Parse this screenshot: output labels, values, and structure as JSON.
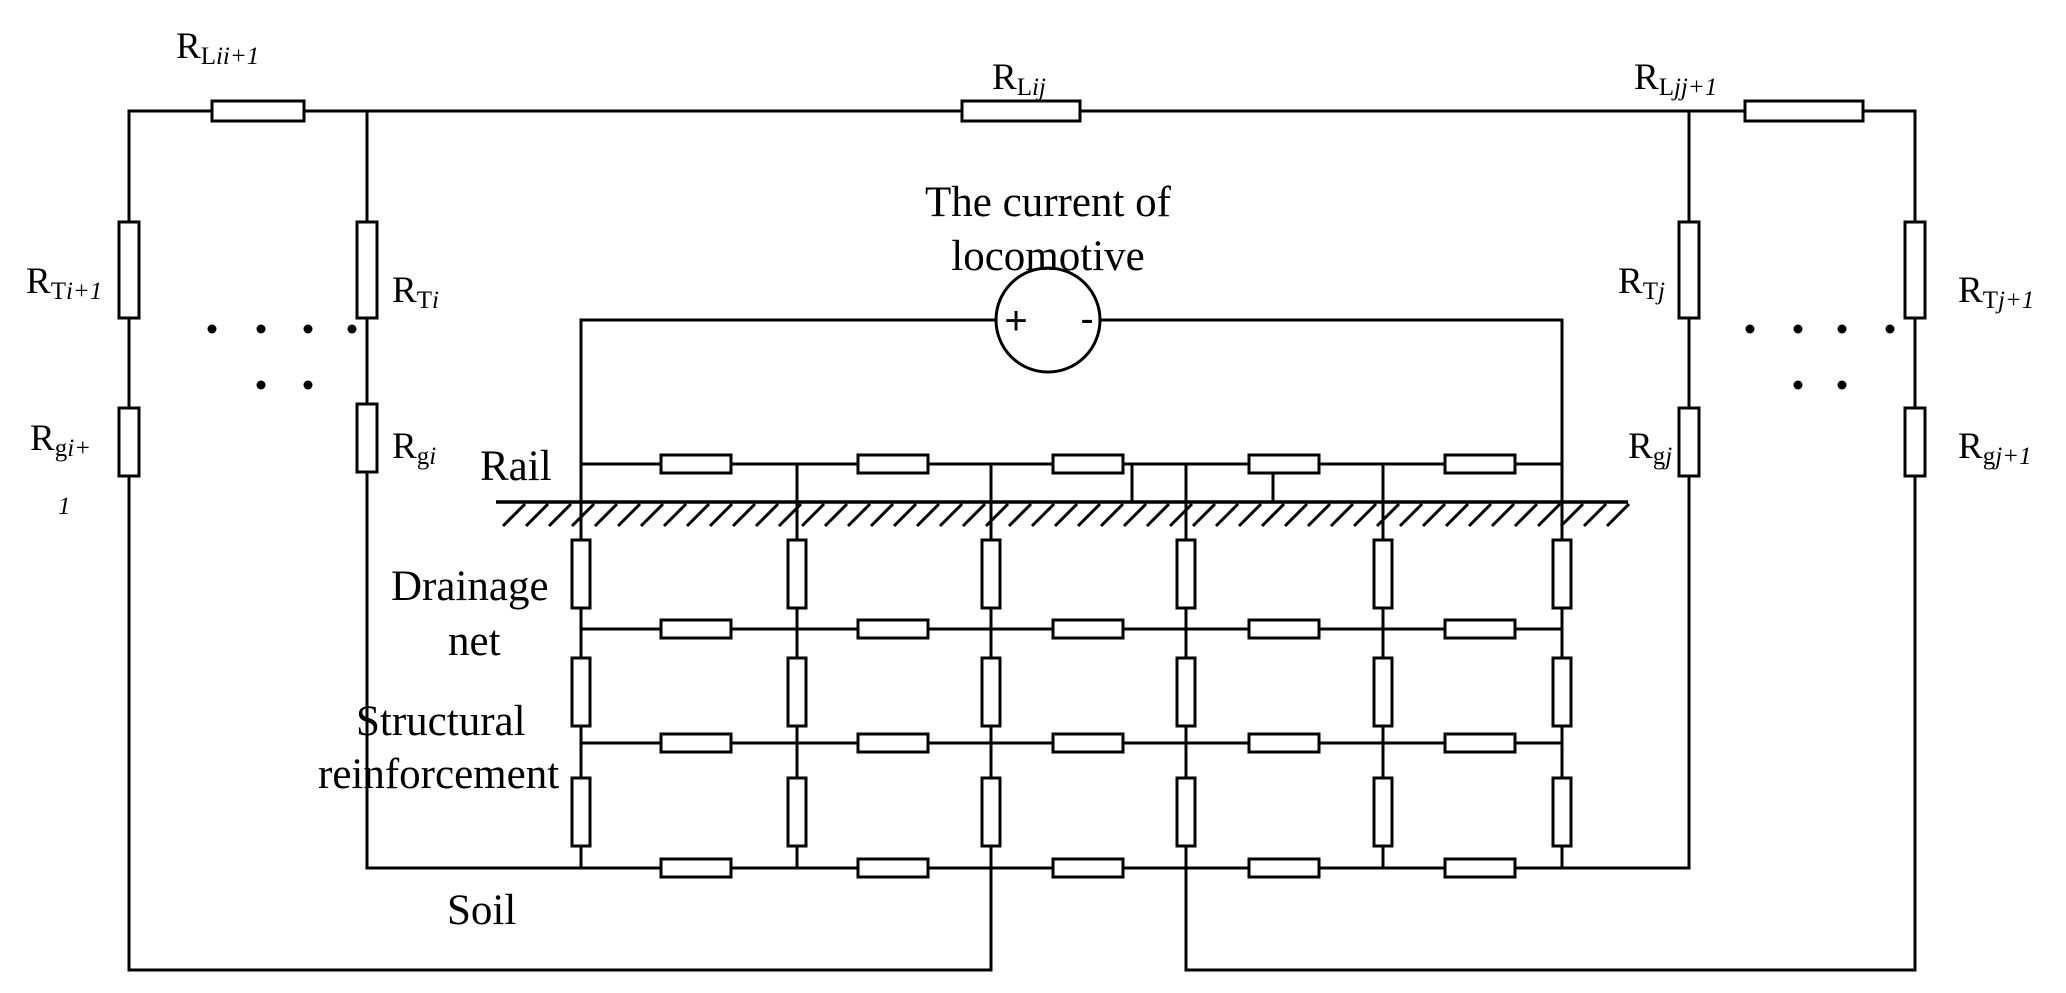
{
  "diagram": {
    "source_label": "The current of locomotive",
    "source_label_lines": [
      "The current of",
      "locomotive"
    ],
    "source_plus": "+",
    "source_minus": "-",
    "layers": {
      "rail": "Rail",
      "drainage_lines": [
        "Drainage",
        "net"
      ],
      "structural_lines": [
        "Structural",
        "reinforcement"
      ],
      "soil": "Soil"
    },
    "resistors": {
      "R_Lii1": {
        "main": "R",
        "sub": "L",
        "idx": "ii+1"
      },
      "R_Lij": {
        "main": "R",
        "sub": "L",
        "idx": "ij"
      },
      "R_Ljj1": {
        "main": "R",
        "sub": "L",
        "idx": "jj+1"
      },
      "R_Ti1": {
        "main": "R",
        "sub": "T",
        "idx": "i+1"
      },
      "R_Ti": {
        "main": "R",
        "sub": "T",
        "idx": "i"
      },
      "R_Tj": {
        "main": "R",
        "sub": "T",
        "idx": "j"
      },
      "R_Tj1": {
        "main": "R",
        "sub": "T",
        "idx": "j+1"
      },
      "R_gi1": {
        "main": "R",
        "sub": "g",
        "idx": "i+",
        "idx_cont": "1"
      },
      "R_gi": {
        "main": "R",
        "sub": "g",
        "idx": "i"
      },
      "R_gj": {
        "main": "R",
        "sub": "g",
        "idx": "j"
      },
      "R_gj1": {
        "main": "R",
        "sub": "g",
        "idx": "j+1"
      }
    }
  }
}
